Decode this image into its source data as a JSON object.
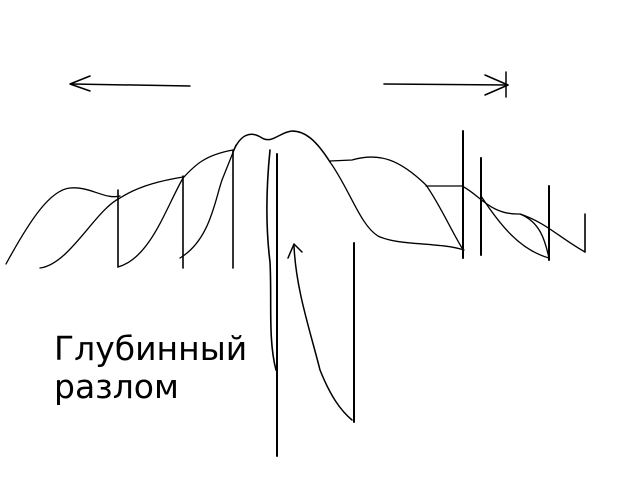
{
  "diagram": {
    "caption": {
      "line1": "Глубинный",
      "line2": "разлом"
    },
    "colors": {
      "ink": "#000000",
      "background": "#ffffff"
    },
    "arrows": [
      {
        "direction": "left"
      },
      {
        "direction": "right"
      }
    ]
  }
}
